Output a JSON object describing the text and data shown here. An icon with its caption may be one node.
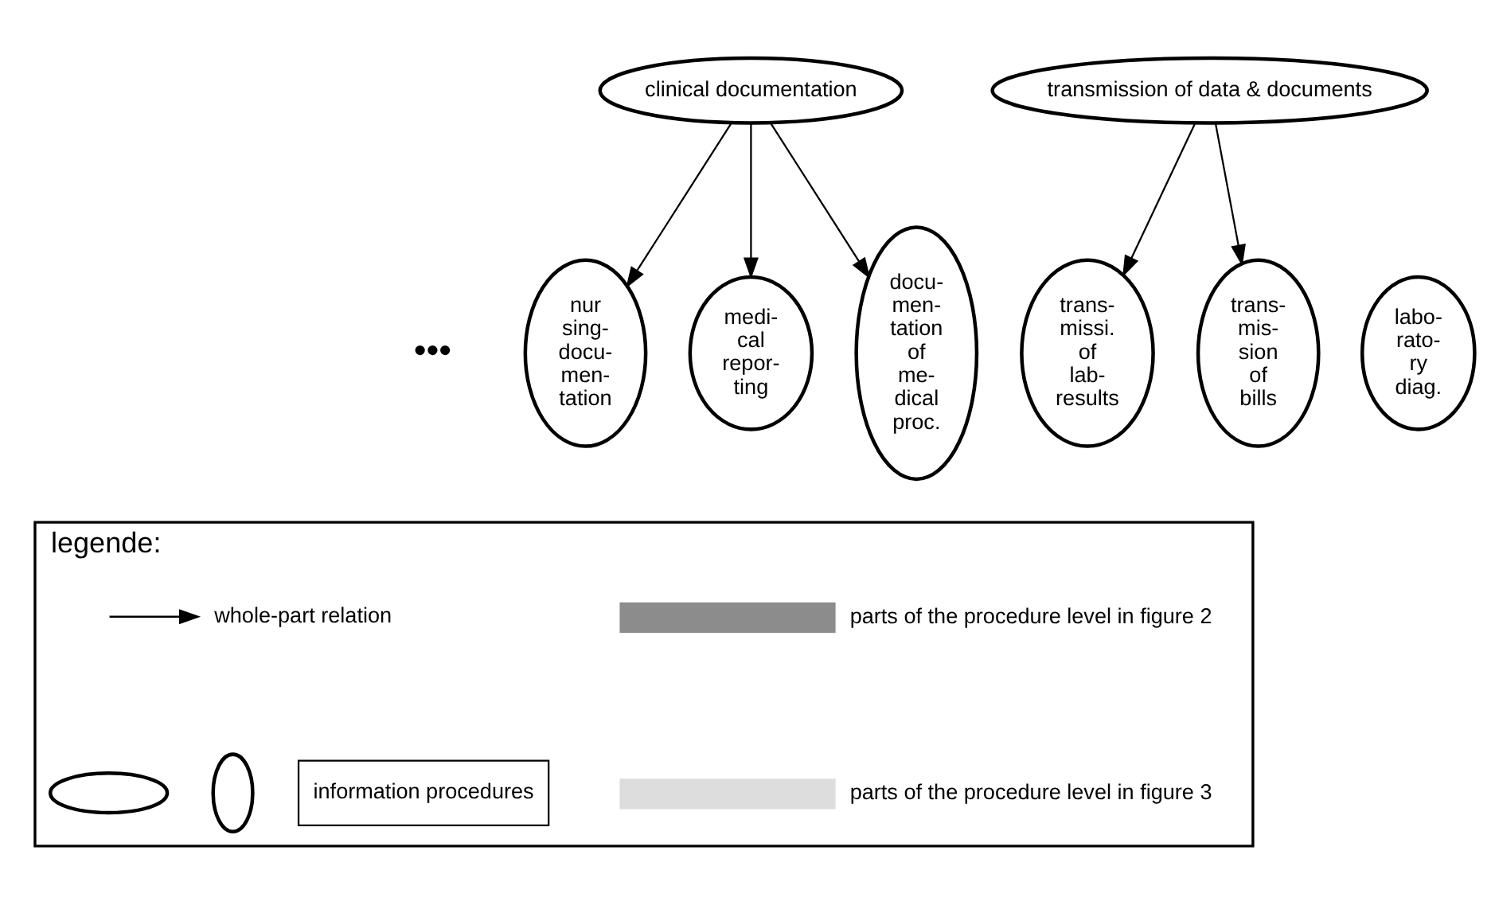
{
  "diagram": {
    "nodes": [
      {
        "text": [
          "clinical documentation"
        ]
      },
      {
        "text": [
          "transmission of data & documents"
        ]
      },
      {
        "text": [
          "nur sing- docu- men- tation"
        ]
      },
      {
        "text": [
          "medi- cal repor- ting"
        ]
      },
      {
        "text": [
          "docu- men- tation of me- dical proc."
        ]
      },
      {
        "text": [
          "trans- missi. of lab- results"
        ]
      },
      {
        "text": [
          "trans- mis- sion of bills"
        ]
      },
      {
        "text": [
          "labo- rato- ry diag."
        ]
      },
      {
        "text": [
          "legende:"
        ]
      },
      {
        "text": [],
        "shape": "ellipse",
        "in": 8
      },
      {
        "text": [],
        "shape": "ellipse",
        "in": 8
      },
      {
        "text": [
          "information procedures"
        ],
        "in": 8
      }
    ],
    "edges": [
      {
        "from": 0,
        "to": 2,
        "arrow": "to"
      },
      {
        "from": 0,
        "to": 3,
        "arrow": "to"
      },
      {
        "from": 0,
        "to": 4,
        "arrow": "to"
      },
      {
        "from": 1,
        "to": 5,
        "arrow": "to"
      },
      {
        "from": 1,
        "to": 6,
        "arrow": "to"
      }
    ],
    "labels": [
      "•••"
    ],
    "legend": [
      {
        "text": "parts of the procedure level in figure 2"
      },
      {
        "text": "parts of the procedure level in figure 3"
      },
      {
        "text": "whole-part relation"
      }
    ]
  }
}
